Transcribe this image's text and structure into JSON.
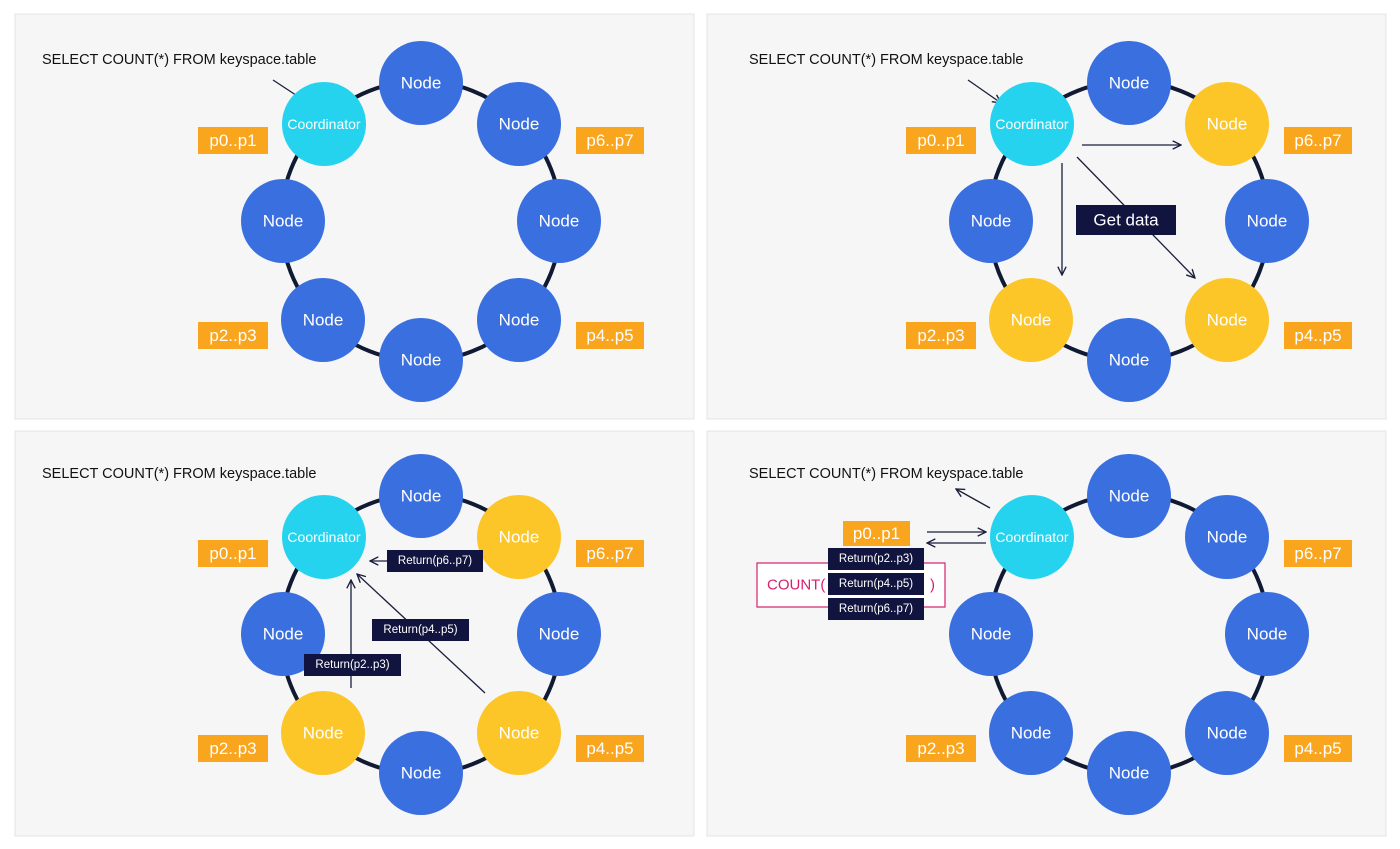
{
  "colors": {
    "node": "#3a6fe0",
    "coordinator": "#26d3ef",
    "highlight": "#fcc528",
    "tag": "#f9a51d",
    "dark_label": "#11143e",
    "ring": "#111a33",
    "count_accent": "#d6206c"
  },
  "labels": {
    "query": "SELECT COUNT(*) FROM keyspace.table",
    "node": "Node",
    "coordinator": "Coordinator",
    "get_data": "Get data",
    "return_p2p3": "Return(p2..p3)",
    "return_p4p5": "Return(p4..p5)",
    "return_p6p7": "Return(p6..p7)",
    "count_open": "COUNT(",
    "count_close": ")"
  },
  "ranges": {
    "p0p1": "p0..p1",
    "p2p3": "p2..p3",
    "p4p5": "p4..p5",
    "p6p7": "p6..p7"
  },
  "panels": [
    {
      "id": "panel-1-query",
      "highlighted_nodes": []
    },
    {
      "id": "panel-2-get-data",
      "highlighted_nodes": [
        "top-right",
        "bottom-left",
        "bottom-right"
      ]
    },
    {
      "id": "panel-3-return",
      "highlighted_nodes": [
        "top-right",
        "bottom-left",
        "bottom-right"
      ]
    },
    {
      "id": "panel-4-count",
      "highlighted_nodes": []
    }
  ]
}
